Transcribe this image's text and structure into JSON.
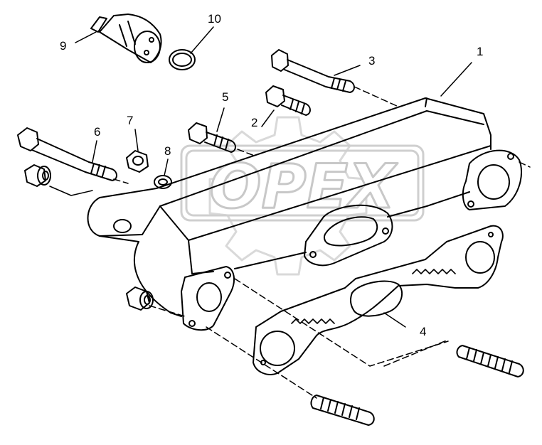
{
  "diagram": {
    "callouts": [
      "1",
      "2",
      "3",
      "4",
      "5",
      "6",
      "7",
      "8",
      "9",
      "10"
    ],
    "watermark": "OPEX"
  }
}
